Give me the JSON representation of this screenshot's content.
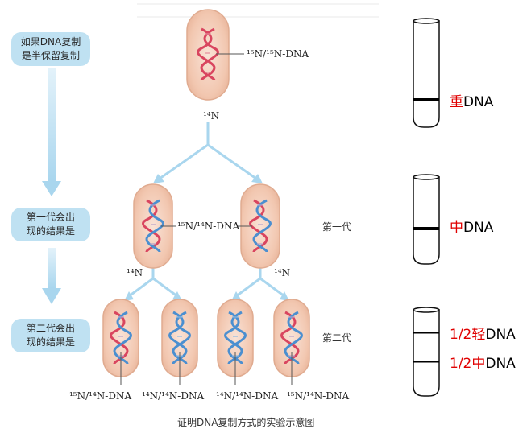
{
  "left_steps": [
    {
      "line1": "如果DNA复制",
      "line2": "是半保留复制"
    },
    {
      "line1": "第一代会出",
      "line2": "现的结果是"
    },
    {
      "line1": "第二代会出",
      "line2": "现的结果是"
    }
  ],
  "labels": {
    "parent_dna": "¹⁵N/¹⁵N-DNA",
    "medium_top": "¹⁴N",
    "gen1_dna": "¹⁵N/¹⁴N-DNA",
    "medium_left": "¹⁴N",
    "medium_right": "¹⁴N",
    "gen2_dna": [
      "¹⁵N/¹⁴N-DNA",
      "¹⁴N/¹⁴N-DNA",
      "¹⁴N/¹⁴N-DNA",
      "¹⁵N/¹⁴N-DNA"
    ],
    "gen1": "第一代",
    "gen2": "第二代"
  },
  "caption": "证明DNA复制方式的实验示意图",
  "tubes": [
    {
      "bands": [
        {
          "prefix": "",
          "red": "重",
          "suffix": "DNA"
        }
      ]
    },
    {
      "bands": [
        {
          "prefix": "",
          "red": "中",
          "suffix": "DNA"
        }
      ]
    },
    {
      "bands": [
        {
          "prefix": "",
          "red": "1/2轻",
          "suffix": "DNA"
        },
        {
          "prefix": "",
          "red": "1/2中",
          "suffix": "DNA"
        }
      ]
    }
  ],
  "colors": {
    "heavy_strand": "#d9455f",
    "light_strand": "#4b8fd0",
    "cell_fill": "#f2c9b4",
    "arrow": "#a9d6ee",
    "step_box": "#bfe1f2",
    "band_red": "#e00000"
  }
}
